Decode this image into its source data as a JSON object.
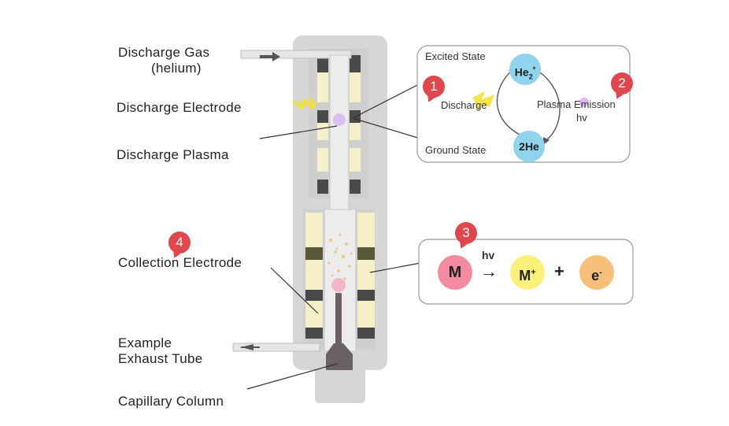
{
  "labels": {
    "discharge_gas_line1": "Discharge Gas",
    "discharge_gas_line2": "(helium)",
    "discharge_electrode": "Discharge Electrode",
    "discharge_plasma": "Discharge Plasma",
    "collection_electrode": "Collection Electrode",
    "exhaust_line1": "Example",
    "exhaust_line2": "Exhaust Tube",
    "capillary_column": "Capillary Column"
  },
  "badges": {
    "b1": "1",
    "b2": "2",
    "b3": "3",
    "b4": "4"
  },
  "panel1": {
    "excited_state": "Excited State",
    "ground_state": "Ground State",
    "discharge": "Discharge",
    "plasma_emission": "Plasma Emission",
    "hv": "hv",
    "he2_base": "He",
    "he2_sub": "2",
    "he2_sup": "*",
    "two_he": "2He"
  },
  "panel2": {
    "m": "M",
    "hv": "hv",
    "arrow": "→",
    "m_plus_base": "M",
    "m_plus_sup": "+",
    "plus": "+",
    "e_base": "e",
    "e_sup": "-"
  },
  "colors": {
    "badge": "#e0474c",
    "he_circle": "#8fd3ec",
    "m_circle": "#f48aa0",
    "m_plus_circle": "#fbf07a",
    "e_circle": "#f7c07a",
    "detector_body": "#d3d3d3",
    "electrode_dark": "#4a4a4a",
    "electrode_light": "#f4f0c8"
  }
}
